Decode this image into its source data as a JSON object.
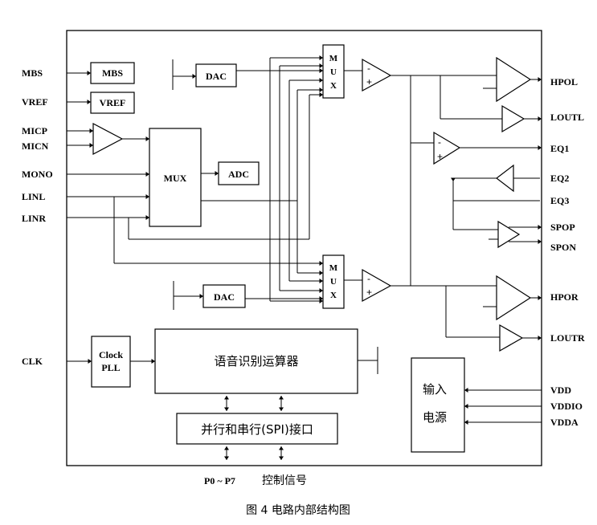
{
  "pins_left": {
    "mbs": "MBS",
    "vref": "VREF",
    "micp": "MICP",
    "micn": "MICN",
    "mono": "MONO",
    "linl": "LINL",
    "linr": "LINR",
    "clk": "CLK"
  },
  "pins_right": {
    "hpol": "HPOL",
    "loutl": "LOUTL",
    "eq1": "EQ1",
    "eq2": "EQ2",
    "eq3": "EQ3",
    "spop": "SPOP",
    "spon": "SPON",
    "hpor": "HPOR",
    "loutr": "LOUTR",
    "vdd": "VDD",
    "vddio": "VDDIO",
    "vdda": "VDDA"
  },
  "blocks": {
    "mbs": "MBS",
    "vref": "VREF",
    "mux": "MUX",
    "adc": "ADC",
    "dac": "DAC",
    "clock_line1": "Clock",
    "clock_line2": "PLL",
    "recognizer": "语音识别运算器",
    "interface": "并行和串行(SPI)接口",
    "power_line1": "输入",
    "power_line2": "电源",
    "mux_letters": [
      "M",
      "U",
      "X"
    ]
  },
  "bottom": {
    "ports": "P0 ~ P7",
    "control": "控制信号"
  },
  "caption": "图 4 电路内部结构图"
}
